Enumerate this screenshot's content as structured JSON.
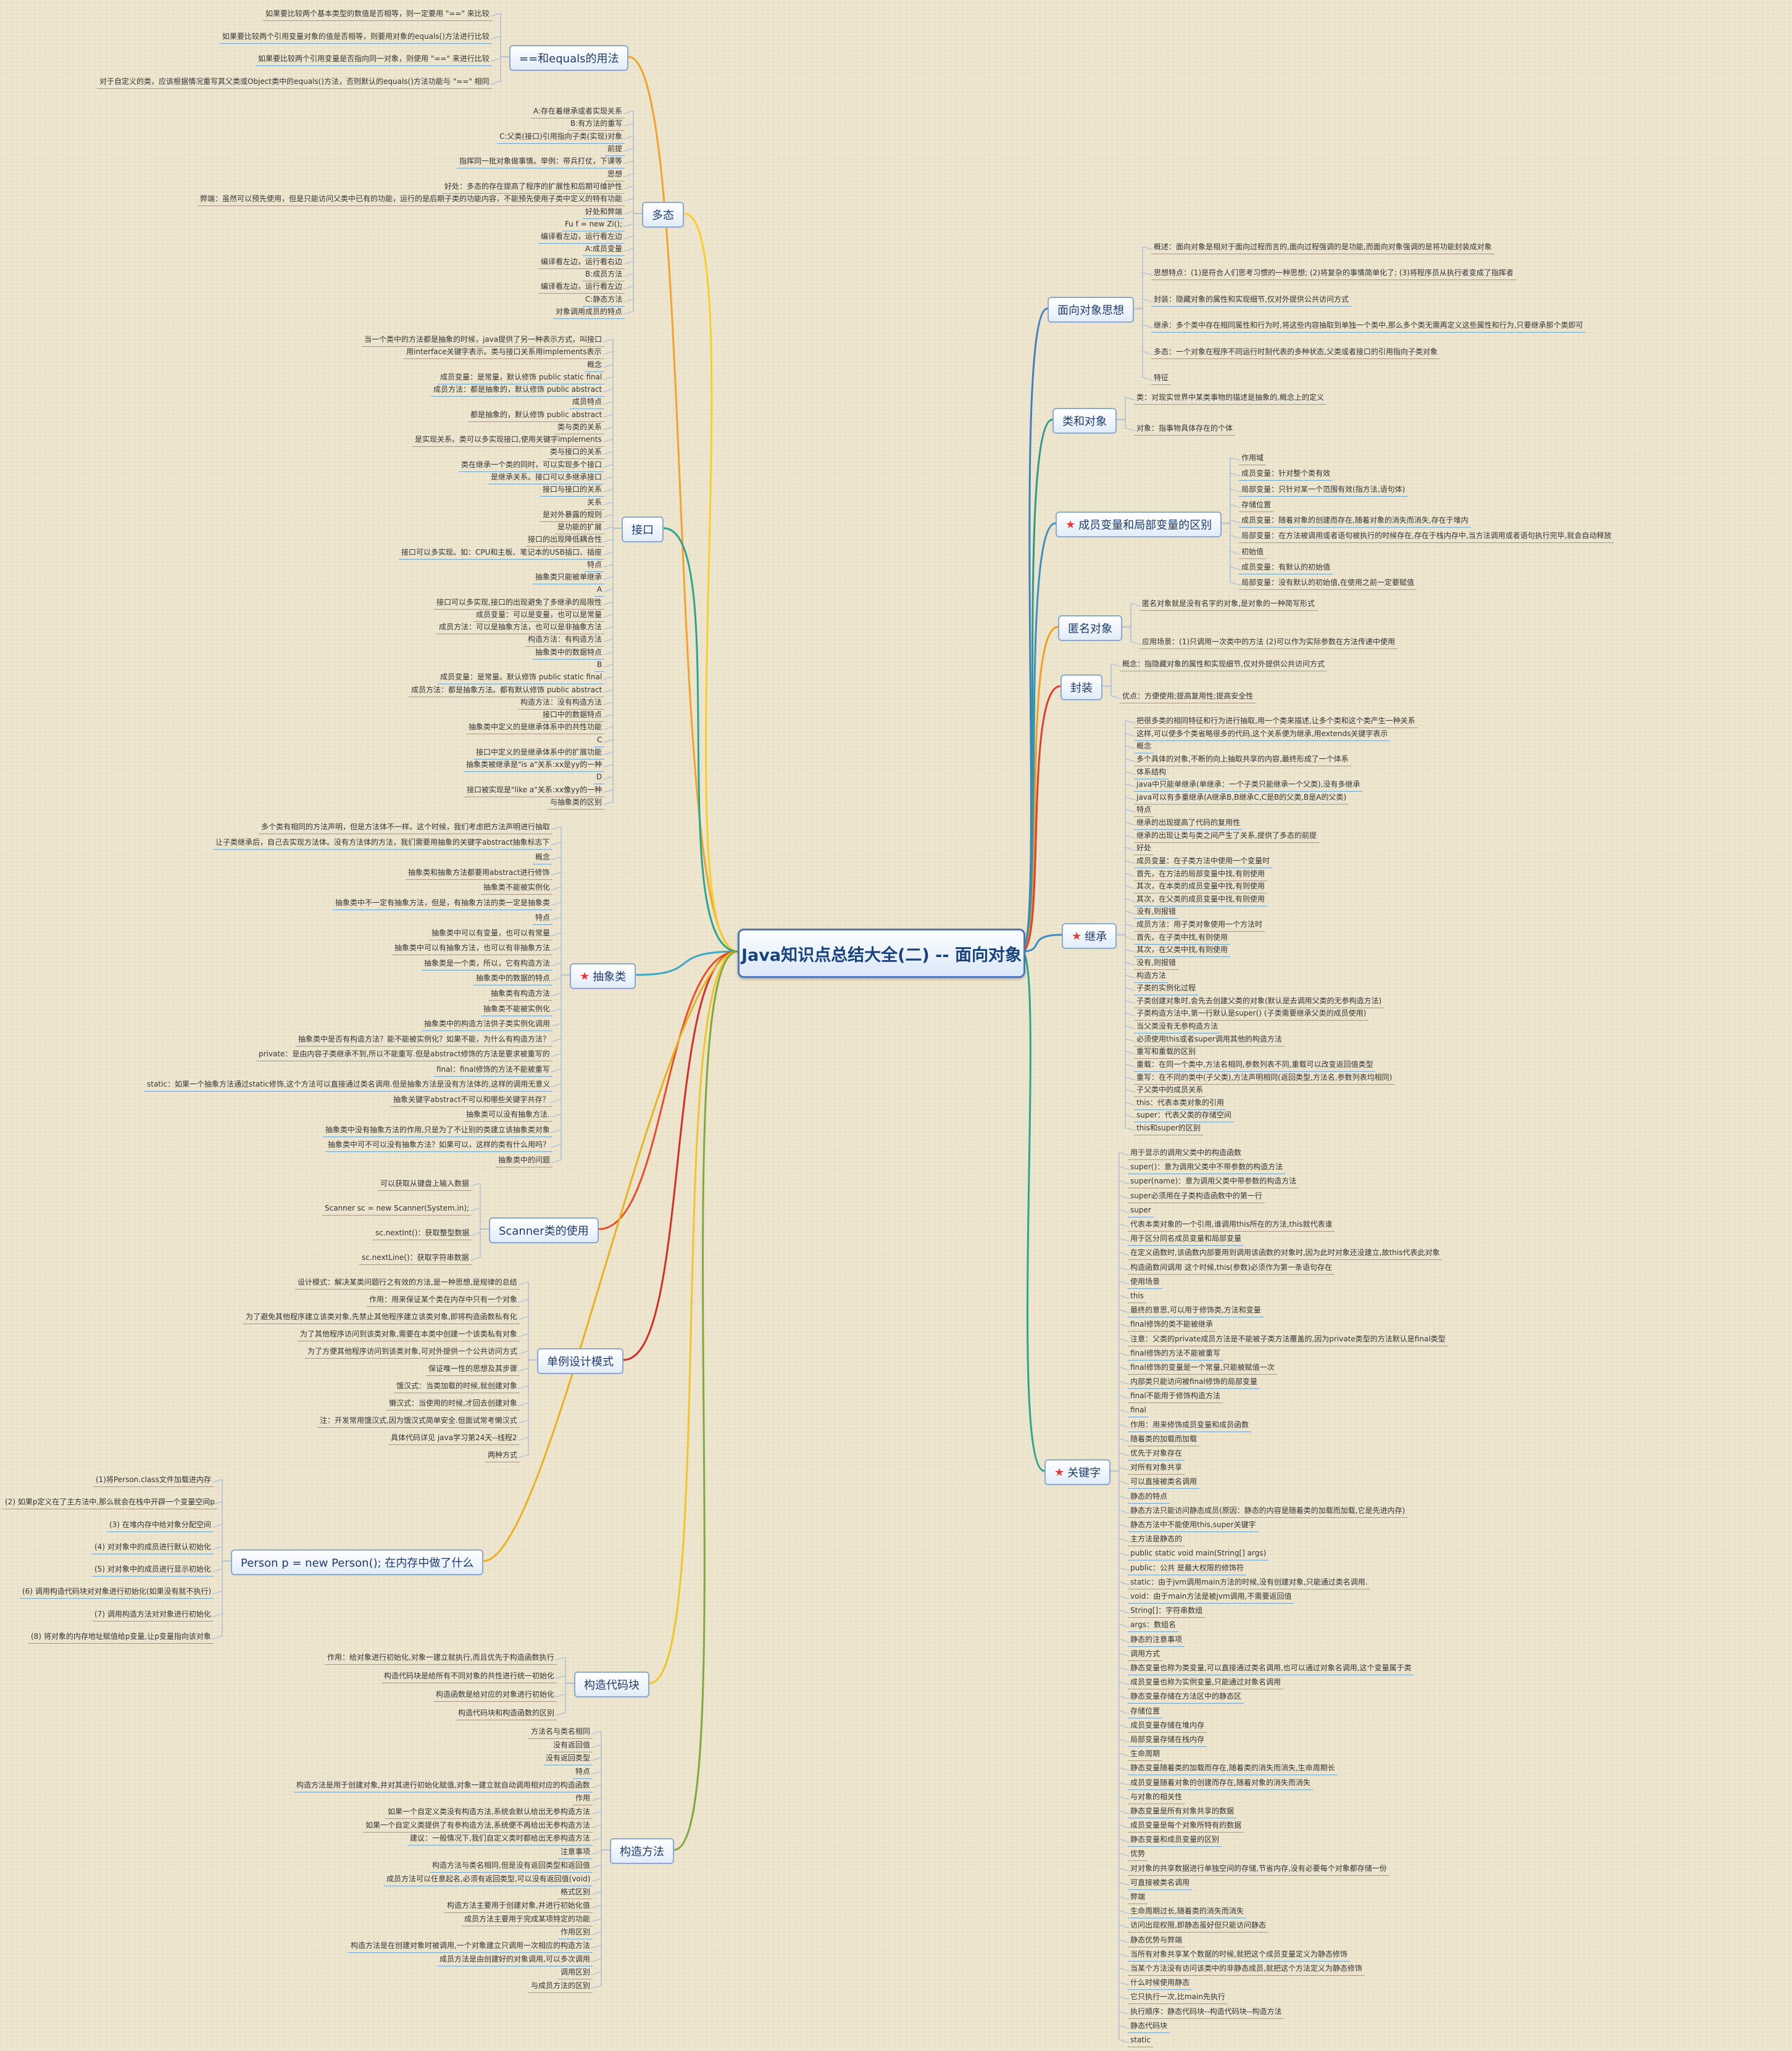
{
  "root": "Java知识点总结大全(二) -- 面向对象",
  "left_branches": [
    {
      "key": "equals",
      "label": "==和equals的用法",
      "color": "#f2a32a",
      "star": false,
      "leaves": [
        "如果要比较两个基本类型的数值是否相等，则一定要用 \"==\" 来比较",
        "如果要比较两个引用变量对象的值是否相等，则要用对象的equals()方法进行比较",
        "如果要比较两个引用变量是否指向同一对象，则使用 \"==\" 来进行比较",
        "对于自定义的类，应该根据情况重写其父类或Object类中的equals()方法，否则默认的equals()方法功能与 \"==\" 相同"
      ]
    },
    {
      "key": "polymorphism",
      "label": "多态",
      "color": "#f6cf2b",
      "star": false,
      "leaves": [
        "A:存在着继承或者实现关系",
        "B:有方法的重写",
        "C:父类(接口)引用指向子类(实现)对象",
        "前提",
        "指挥同一批对象做事情。举例：带兵打仗，下课等",
        "思想",
        "好处：多态的存在提高了程序的扩展性和后期可维护性",
        "弊端：虽然可以预先使用，但是只能访问父类中已有的功能，运行的是后期子类的功能内容，不能预先使用子类中定义的特有功能",
        "好处和弊端",
        "Fu f = new Zi();",
        "编译看左边，运行看左边",
        "A:成员变量",
        "编译看左边，运行看右边",
        "B:成员方法",
        "编译看左边，运行看左边",
        "C:静态方法",
        "对象调用成员的特点"
      ]
    },
    {
      "key": "interface",
      "label": "接口",
      "color": "#2aa58e",
      "star": false,
      "leaves": [
        "当一个类中的方法都是抽象的时候，java提供了另一种表示方式，叫接口",
        "用interface关键字表示。类与接口关系用implements表示",
        "概念",
        "成员变量：是常量，默认修饰 public static final",
        "成员方法：都是抽象的，默认修饰 public abstract",
        "成员特点",
        "都是抽象的，默认修饰 public abstract",
        "类与类的关系",
        "是实现关系。类可以多实现接口,使用关键字implements",
        "类与接口的关系",
        "类在继承一个类的同时，可以实现多个接口",
        "是继承关系。接口可以多继承接口",
        "接口与接口的关系",
        "关系",
        "是对外暴露的规则",
        "是功能的扩展",
        "接口的出现降低耦合性",
        "接口可以多实现。如：CPU和主板、笔记本的USB插口、插座",
        "特点",
        "抽象类只能被单继承",
        "A",
        "接口可以多实现,接口的出现避免了多继承的局限性",
        "成员变量：可以是变量，也可以是常量",
        "成员方法：可以是抽象方法，也可以是非抽象方法",
        "构造方法：有构造方法",
        "抽象类中的数据特点",
        "B",
        "成员变量：是常量。默认修饰 public static final",
        "成员方法：都是抽象方法。都有默认修饰 public abstract",
        "构造方法：没有构造方法",
        "接口中的数据特点",
        "抽象类中定义的是继承体系中的共性功能",
        "C",
        "接口中定义的是继承体系中的扩展功能",
        "抽象类被继承是\"is a\"关系:xx是yy的一种",
        "D",
        "接口被实现是\"like a\"关系:xx像yy的一种",
        "与抽象类的区别"
      ]
    },
    {
      "key": "abstract",
      "label": "抽象类",
      "color": "#3ea6c9",
      "star": true,
      "leaves": [
        "多个类有相同的方法声明，但是方法体不一样。这个时候，我们考虑把方法声明进行抽取",
        "让子类继承后，自己去实现方法体。没有方法体的方法，我们需要用抽象的关键字abstract抽象标志下",
        "概念",
        "抽象类和抽象方法都要用abstract进行修饰",
        "抽象类不能被实例化",
        "抽象类中不一定有抽象方法，但是，有抽象方法的类一定是抽象类",
        "特点",
        "抽象类中可以有变量，也可以有常量",
        "抽象类中可以有抽象方法，也可以有非抽象方法",
        "抽象类是一个类，所以，它有构造方法",
        "抽象类中的数据的特点",
        "抽象类有构造方法",
        "抽象类不能被实例化",
        "抽象类中的构造方法供子类实例化调用",
        "抽象类中是否有构造方法？能不能被实例化？如果不能，为什么有构造方法？",
        "private：是由内容子类继承不到,所以不能重写.但是abstract修饰的方法是要求被重写的",
        "final：final修饰的方法不能被重写",
        "static：如果一个抽象方法通过static修饰,这个方法可以直接通过类名调用.但是抽象方法是没有方法体的,这样的调用无意义",
        "抽象关键字abstract不可以和哪些关键字共存？",
        "抽象类可以没有抽象方法.",
        "抽象类中没有抽象方法的作用,只是为了不让别的类建立该抽象类对象",
        "抽象类中可不可以没有抽象方法？如果可以，这样的类有什么用吗？",
        "抽象类中的问题"
      ]
    },
    {
      "key": "scanner",
      "label": "Scanner类的使用",
      "color": "#e94d2a",
      "star": false,
      "leaves": [
        "可以获取从键盘上输入数据",
        "Scanner sc = new Scanner(System.in);",
        "sc.nextInt()：获取整型数据",
        "sc.nextLine()：获取字符串数据"
      ]
    },
    {
      "key": "singleton",
      "label": "单例设计模式",
      "color": "#d22f2a",
      "star": false,
      "leaves": [
        "设计模式：解决某类问题行之有效的方法,是一种思想,是规律的总结",
        "作用：用来保证某个类在内存中只有一个对象",
        "为了避免其他程序建立该类对象,先禁止其他程序建立该类对象,即将构造函数私有化",
        "为了其他程序访问到该类对象,需要在本类中创建一个该类私有对象",
        "为了方便其他程序访问到该类对象,可对外提供一个公共访问方式",
        "保证唯一性的思想及其步骤",
        "饿汉式：当类加载的时候,就创建对象",
        "懒汉式：当使用的时候,才回去创建对象",
        "注：开发常用饿汉式,因为饿汉式简单安全.但面试常考懒汉式",
        "具体代码详见 java学习第24天--线程2",
        "两种方式"
      ]
    },
    {
      "key": "new_person",
      "label": "Person p = new Person(); 在内存中做了什么",
      "color": "#e7b21e",
      "star": false,
      "leaves": [
        "(1)将Person.class文件加载进内存",
        "(2) 如果p定义在了主方法中,那么就会在栈中开辟一个变量空间p",
        "(3) 在堆内存中给对象分配空间",
        "(4) 对对象中的成员进行默认初始化",
        "(5) 对对象中的成员进行显示初始化",
        "(6) 调用构造代码块对对象进行初始化(如果没有就不执行)",
        "(7) 调用构造方法对对象进行初始化",
        "(8) 将对象的内存地址赋值给p变量,让p变量指向该对象"
      ]
    },
    {
      "key": "construct_block",
      "label": "构造代码块",
      "color": "#efc62a",
      "star": false,
      "leaves": [
        "作用：给对象进行初始化,对象一建立就执行,而且优先于构造函数执行",
        "构造代码块是给所有不同对象的共性进行统一初始化",
        "构造函数是给对应的对象进行初始化",
        "构造代码块和构造函数的区别"
      ]
    },
    {
      "key": "constructor",
      "label": "构造方法",
      "color": "#7fa83d",
      "star": false,
      "leaves": [
        "方法名与类名相同",
        "没有返回值",
        "没有返回类型",
        "特点",
        "构造方法是用于创建对象,并对其进行初始化赋值,对象一建立就自动调用相对应的构造函数",
        "作用",
        "如果一个自定义类没有构造方法,系统会默认给出无参构造方法",
        "如果一个自定义类提供了有参构造方法,系统便不再给出无参构造方法",
        "建议：一般情况下,我们自定义类时都给出无参构造方法",
        "注意事项",
        "构造方法与类名相同,但是没有返回类型和返回值",
        "成员方法可以任意起名,必须有返回类型,可以没有返回值(void)",
        "格式区别",
        "构造方法主要用于创建对象,并进行初始化值",
        "成员方法主要用于完成某项特定的功能",
        "作用区别",
        "构造方法是在创建对象时被调用,一个对象建立只调用一次相应的构造方法",
        "成员方法是由创建好的对象调用,可以多次调用",
        "调用区别",
        "与成员方法的区别"
      ]
    }
  ],
  "right_branches": [
    {
      "key": "oop",
      "label": "面向对象思想",
      "color": "#3e7fbf",
      "star": false,
      "leaves": [
        "概述：面向对象是相对于面向过程而言的,面向过程强调的是功能,而面向对象强调的是将功能封装成对象",
        "思想特点：(1)是符合人们思考习惯的一种思想; (2)将复杂的事情简单化了; (3)将程序员从执行者变成了指挥者",
        "封装：隐藏对象的属性和实现细节,仅对外提供公共访问方式",
        "继承：多个类中存在相同属性和行为时,将这些内容抽取到单独一个类中,那么多个类无需再定义这些属性和行为,只要继承那个类即可",
        "多态：一个对象在程序不同运行时刻代表的多种状态,父类或者接口的引用指向子类对象",
        "特征"
      ]
    },
    {
      "key": "class_obj",
      "label": "类和对象",
      "color": "#2f9a8c",
      "star": false,
      "leaves": [
        "类：对现实世界中某类事物的描述是抽象的,概念上的定义",
        "对象：指事物具体存在的个体"
      ]
    },
    {
      "key": "vars",
      "label": "成员变量和局部变量的区别",
      "color": "#3b8fc4",
      "star": true,
      "leaves": [
        "作用域",
        "成员变量：针对整个类有效",
        "局部变量：只针对某一个范围有效(指方法,语句体)",
        "存储位置",
        "成员变量：随着对象的创建而存在,随着对象的消失而消失,存在于堆内",
        "局部变量：在方法被调用或者语句被执行的时候存在,存在于栈内存中,当方法调用或者语句执行完毕,就会自动释放",
        "初始值",
        "成员变量：有默认的初始值",
        "局部变量：没有默认的初始值,在使用之前一定要赋值"
      ]
    },
    {
      "key": "anon",
      "label": "匿名对象",
      "color": "#f0a020",
      "star": false,
      "leaves": [
        "匿名对象就是没有名字的对象,是对象的一种简写形式",
        "应用场景：(1)只调用一次类中的方法 (2)可以作为实际参数在方法传递中使用"
      ]
    },
    {
      "key": "encap",
      "label": "封装",
      "color": "#e0402a",
      "star": false,
      "leaves": [
        "概念：指隐藏对象的属性和实现细节,仅对外提供公共访问方式",
        "优点：方便使用;提高复用性;提高安全性"
      ]
    },
    {
      "key": "inherit",
      "label": "继承",
      "color": "#3a8dc8",
      "star": true,
      "leaves": [
        "把很多类的相同特征和行为进行抽取,用一个类来描述,让多个类和这个类产生一种关系",
        "这样,可以使多个类省略很多的代码,这个关系便为继承,用extends关键字表示",
        "概念",
        "多个具体的对象,不断的向上抽取共享的内容,最终形成了一个体系",
        "体系结构",
        "java中只能单继承(单继承：一个子类只能继承一个父类),没有多继承",
        "java可以有多重继承(A继承B,B继承C,C是B的父类,B是A的父类)",
        "特点",
        "继承的出现提高了代码的复用性",
        "继承的出现让类与类之间产生了关系,提供了多态的前提",
        "好处",
        "成员变量：在子类方法中使用一个变量时",
        "首先，在方法的局部变量中找,有则使用",
        "其次，在本类的成员变量中找,有则使用",
        "其次，在父类的成员变量中找,有则使用",
        "没有,则报错",
        "成员方法：用子类对象使用一个方法时",
        "首先，在子类中找,有则使用",
        "其次，在父类中找,有则使用",
        "没有,则报错",
        "构造方法",
        "子类的实例化过程",
        "子类创建对象时,会先去创建父类的对象(默认是去调用父类的无参构造方法)",
        "子类构造方法中,第一行默认是super()  (子类需要继承父类的成员使用)",
        "当父类没有无参构造方法",
        "必须使用this或者super调用其他的构造方法",
        "重写和重载的区别",
        "重载：在同一个类中,方法名相同,参数列表不同,重载可以改变返回值类型",
        "重写：在不同的类中(子父类),方法声明相同(返回类型,方法名,参数列表均相同)",
        "子父类中的成员关系",
        "this：代表本类对象的引用",
        "super：代表父类的存储空间",
        "this和super的区别"
      ]
    },
    {
      "key": "keyword",
      "label": "关键字",
      "color": "#2aa58e",
      "star": true,
      "leaves": [
        "用于显示的调用父类中的构造函数",
        "super()：意为调用父类中不带参数的构造方法",
        "super(name)：意为调用父类中带参数的构造方法",
        "super必须用在子类构造函数中的第一行",
        "super",
        "代表本类对象的一个引用,谁调用this所在的方法,this就代表谁",
        "用于区分同名成员变量和局部变量",
        "在定义函数时,该函数内部要用到调用该函数的对象时,因为此时对象还没建立,故this代表此对象",
        "构造函数间调用  这个时候,this(参数)必须作为第一条语句存在",
        "使用场景",
        "this",
        "最终的意思,可以用于修饰类,方法和变量",
        "final修饰的类不能被继承",
        "注意：父类的private成员方法是不能被子类方法覆盖的,因为private类型的方法默认是final类型",
        "final修饰的方法不能被重写",
        "final修饰的变量是一个常量,只能被赋值一次",
        "内部类只能访问被final修饰的局部变量",
        "final不能用于修饰构造方法",
        "final",
        "作用：用来修饰成员变量和成员函数",
        "随着类的加载而加载",
        "优先于对象存在",
        "对所有对象共享",
        "可以直接被类名调用",
        "静态的特点",
        "静态方法只能访问静态成员(原因：静态的内容是随着类的加载而加载,它是先进内存)",
        "静态方法中不能使用this,super关键字",
        "主方法是静态的",
        "public static void main(String[] args)",
        "public：公共 是最大权限的修饰符",
        "static：由于jvm调用main方法的时候,没有创建对象,只能通过类名调用.",
        "void：由于main方法是被jvm调用,不需要返回值",
        "String[]：字符串数组",
        "args：数组名",
        "静态的注意事项",
        "调用方式",
        "静态变量也称为类变量,可以直接通过类名调用,也可以通过对象名调用,这个变量属于类",
        "成员变量也称为实例变量,只能通过对象名调用",
        "静态变量存储在方法区中的静态区",
        "存储位置",
        "成员变量存储在堆内存",
        "局部变量存储在栈内存",
        "生命周期",
        "静态变量随着类的加载而存在,随着类的消失而消失,生命周期长",
        "成员变量随着对象的创建而存在,随着对象的消失而消失",
        "与对象的相关性",
        "静态变量是所有对象共享的数据",
        "成员变量是每个对象所特有的数据",
        "静态变量和成员变量的区别",
        "优势",
        "对对象的共享数据进行单独空间的存储,节省内存,没有必要每个对象都存储一份",
        "可直接被类名调用",
        "弊端",
        "生命周期过长,随着类的消失而消失",
        "访问出现权限,即静态虽好但只能访问静态",
        "静态优势与弊端",
        "当所有对象共享某个数据的时候,就把这个成员变量定义为静态修饰",
        "当某个方法没有访问该类中的非静态成员,就把这个方法定义为静态修饰",
        "什么时候使用静态",
        "它只执行一次,比main先执行",
        "执行顺序：静态代码块--构造代码块--构造方法",
        "静态代码块",
        "static"
      ]
    }
  ],
  "badges": {
    "n1": "1",
    "n2": "2",
    "n3": "3",
    "n4": "4",
    "n5": "5",
    "n6": "6",
    "n7": "7",
    "red": "#e8463a",
    "orange": "#f3a11f",
    "blue": "#4a86c9",
    "green": "#48a84c"
  },
  "icons": {
    "star": "star-icon",
    "flag": "flag-icon"
  }
}
